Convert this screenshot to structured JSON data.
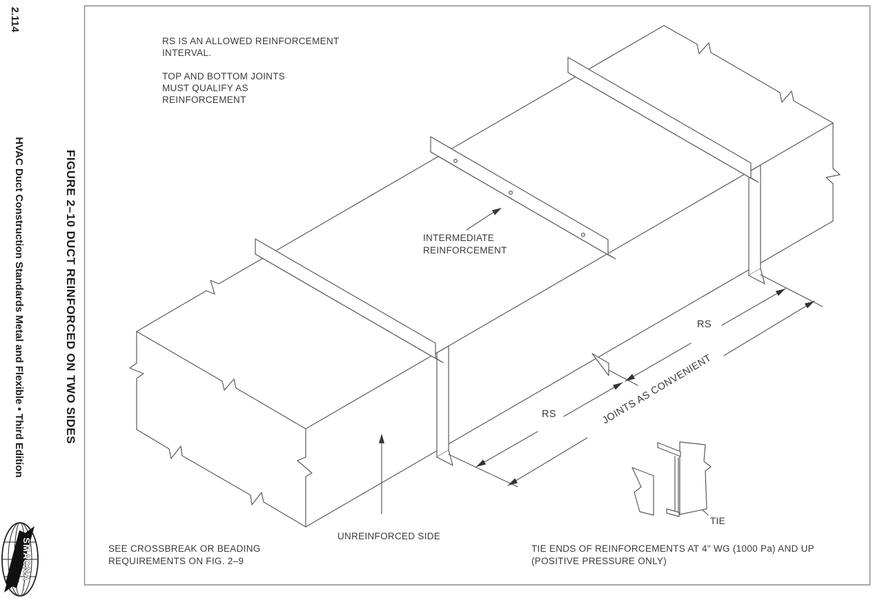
{
  "colors": {
    "line": "#5a5a5a",
    "text": "#3a3a3a",
    "frame": "#8a8a8a",
    "arrow_fill": "#333333",
    "background": "#ffffff"
  },
  "margin": {
    "page_number": "2.114",
    "edition_title": "HVAC Duct Construction Standards Metal and Flexible • Third Edition",
    "figure_title": "FIGURE 2–10  DUCT REINFORCED ON TWO SIDES",
    "logo_text": "SMACNA"
  },
  "figure": {
    "notes": {
      "rs_note": "RS IS AN ALLOWED REINFORCEMENT\nINTERVAL.",
      "joints_note": "TOP AND BOTTOM JOINTS\nMUST QUALIFY AS\nREINFORCEMENT",
      "crossbreak_note": "SEE CROSSBREAK OR BEADING\nREQUIREMENTS ON FIG. 2–9",
      "tie_note": "TIE ENDS OF REINFORCEMENTS AT 4\" WG (1000 Pa) AND UP\n(POSITIVE PRESSURE ONLY)"
    },
    "labels": {
      "intermediate": "INTERMEDIATE\nREINFORCEMENT",
      "unreinforced": "UNREINFORCED SIDE",
      "rs_left": "RS",
      "rs_right": "RS",
      "joints_convenient": "JOINTS AS CONVENIENT",
      "tie": "TIE"
    }
  }
}
